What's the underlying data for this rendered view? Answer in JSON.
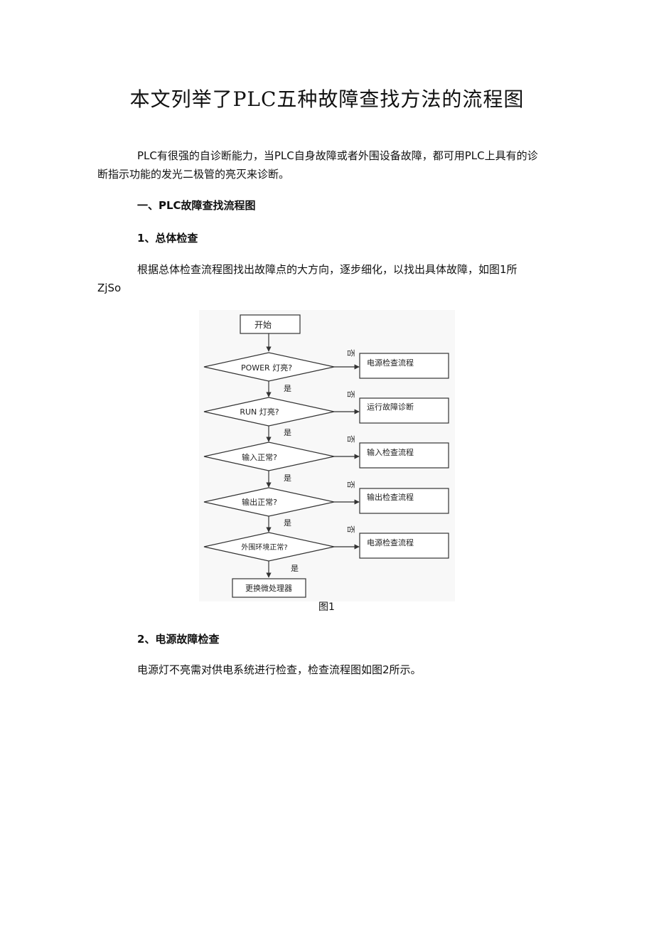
{
  "document": {
    "title": "本文列举了PLC五种故障查找方法的流程图",
    "intro_line1": "PLC有很强的自诊断能力，当PLC自身故障或者外围设备故障，都可用PLC上具有的诊",
    "intro_line2": "断指示功能的发光二极管的亮灭来诊断。",
    "section1_heading": "一、PLC故障查找流程图",
    "sub1_heading": "1、总体检查",
    "sub1_text_line1": "根据总体检查流程图找出故障点的大方向，逐步细化，以找出具体故障，如图1所",
    "sub1_text_line2": "ZjSo",
    "figure1_caption": "图1",
    "sub2_heading": "2、电源故障检查",
    "sub2_text": "电源灯不亮需对供电系统进行检查，检查流程图如图2所示。"
  },
  "flowchart": {
    "start": "开始",
    "end": "更换微处理器",
    "yes_label": "是",
    "no_label": "否",
    "decisions": [
      {
        "question": "POWER 灯亮?",
        "no_action": "电源检查流程"
      },
      {
        "question": "RUN 灯亮?",
        "no_action": "运行故障诊断"
      },
      {
        "question": "输入正常?",
        "no_action": "输入检查流程"
      },
      {
        "question": "输出正常?",
        "no_action": "输出检查流程"
      },
      {
        "question": "外围环境正常?",
        "no_action": "电源检查流程"
      }
    ]
  }
}
